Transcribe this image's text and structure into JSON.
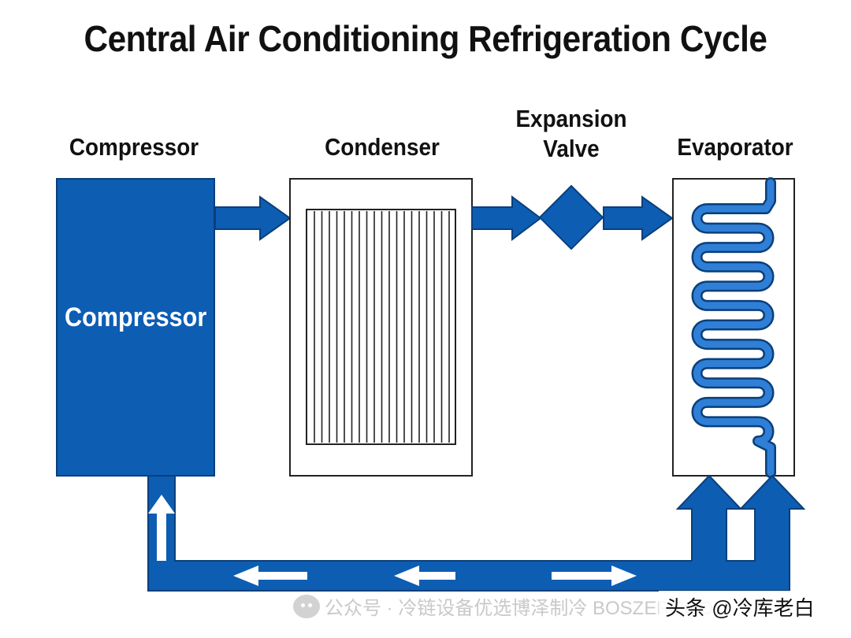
{
  "title": "Central Air Conditioning Refrigeration Cycle",
  "components": {
    "compressor": {
      "label": "Compressor",
      "inner_label": "Compressor"
    },
    "condenser": {
      "label": "Condenser"
    },
    "expansion_valve": {
      "label_line1": "Expansion",
      "label_line2": "Valve"
    },
    "evaporator": {
      "label": "Evaporator"
    }
  },
  "watermark": {
    "icon": "wechat-icon",
    "text": "公众号 · 冷链设备优选博泽制冷 BOSZERCOOL"
  },
  "attribution": "头条 @冷库老白",
  "colors": {
    "blue": "#0d5db3",
    "outline": "#222222",
    "arrow_white": "#ffffff"
  }
}
